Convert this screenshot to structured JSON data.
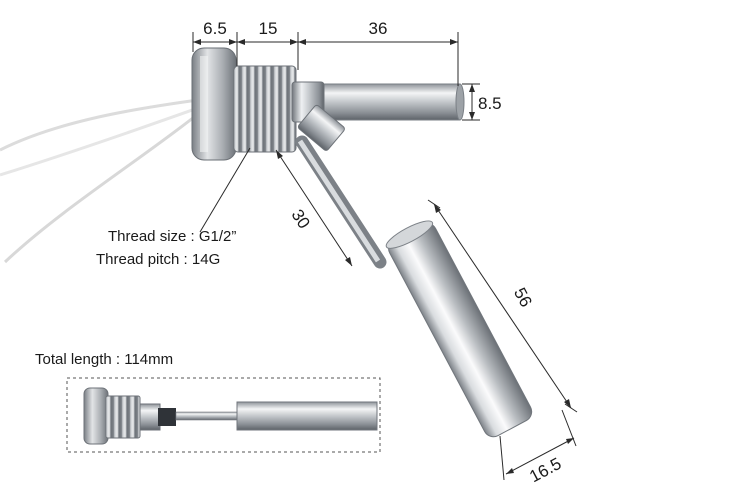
{
  "dimensions": {
    "hex_width": "6.5",
    "thread_length": "15",
    "arm_length": "36",
    "arm_diameter": "8.5",
    "rod_length": "30",
    "float_length": "56",
    "float_diameter": "16.5"
  },
  "labels": {
    "thread_size": "Thread size : G1/2”",
    "thread_pitch": "Thread pitch : 14G",
    "total_length": "Total length : 114mm"
  }
}
